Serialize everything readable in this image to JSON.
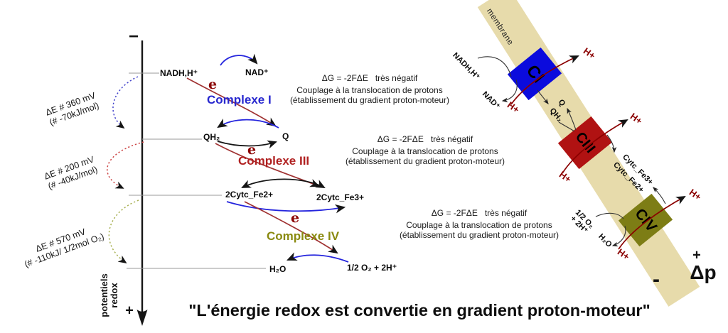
{
  "axis": {
    "top_sign": "−",
    "bottom_sign": "+",
    "ylabel_line1": "potentiels",
    "ylabel_line2": "redox"
  },
  "delta_e_labels": [
    {
      "main": "ΔE # 360 mV",
      "sub": "(# -70kJ/mol)"
    },
    {
      "main": "ΔE # 200 mV",
      "sub": "(# -40kJ/mol)"
    },
    {
      "main": "ΔE # 570 mV",
      "sub": "(# -110kJ/ 1/2mol O₂)"
    }
  ],
  "redox_pairs": {
    "row1_left": "NADH,H⁺",
    "row1_right": "NAD⁺",
    "row2_left": "QH₂",
    "row2_right": "Q",
    "row3_left": "2Cytc_Fe2+",
    "row3_right": "2Cytc_Fe3+",
    "row4_left": "H₂O",
    "row4_right": "1/2 O₂ + 2H⁺",
    "electron": "e"
  },
  "complex_labels": {
    "c1": "Complexe I",
    "c3": "Complexe III",
    "c4": "Complexe IV"
  },
  "dg_blocks": [
    {
      "line1": "ΔG = -2FΔE   très négatif",
      "line2": "Couplage à la translocation de protons",
      "line3": "(établissement du gradient proton-moteur)"
    },
    {
      "line1": "ΔG = -2FΔE   très négatif",
      "line2": "Couplage à la translocation de protons",
      "line3": "(établissement du gradient proton-moteur)"
    },
    {
      "line1": "ΔG = -2FΔE   très négatif",
      "line2": "Couplage à la translocation de protons",
      "line3": "(établissement du gradient proton-moteur)"
    }
  ],
  "membrane_diagram": {
    "membrane_label": "membrane",
    "complex_boxes": [
      {
        "label": "CI",
        "color": "#0b0bdd"
      },
      {
        "label": "CIII",
        "color": "#b01212"
      },
      {
        "label": "CIV",
        "color": "#7d7d15"
      }
    ],
    "proton_label": "H+",
    "nadh": "NADH,H⁺",
    "nad": "NAD⁺",
    "q": "Q",
    "qh2": "QH₂",
    "cytc_fe3": "Cytc_Fe3+",
    "cytc_fe2": "Cytc_Fe2+",
    "o2_line1": "1/2 O₂",
    "o2_line2": "+ 2H⁺",
    "h2o": "H₂O",
    "plus_sign": "+",
    "minus_sign": "-",
    "delta_p": "Δp"
  },
  "caption": "\"L'énergie redox est convertie en gradient proton-moteur\"",
  "colors": {
    "membrane_band": "#e7dbab",
    "complex1_text": "#2828cf",
    "complex3_text": "#b02020",
    "complex4_text": "#8a8a10",
    "electron_red": "#8b0000",
    "proton_red": "#8b0000",
    "blue_arrow": "#2424dd",
    "red_transfer_line": "#a03232"
  }
}
